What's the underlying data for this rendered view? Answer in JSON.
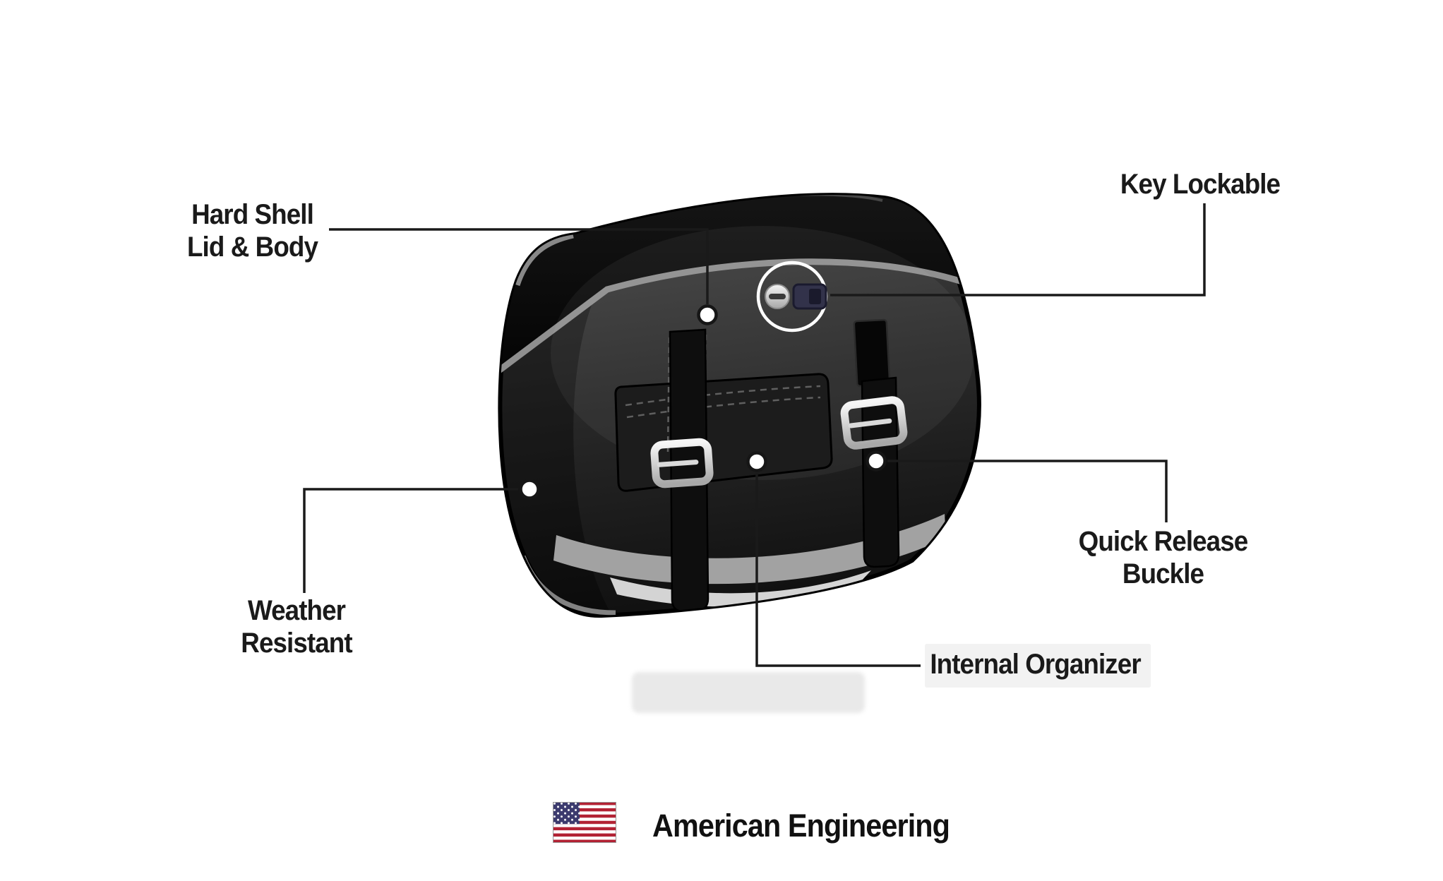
{
  "callouts": {
    "hard_shell": {
      "label": "Hard Shell\nLid & Body"
    },
    "key_lockable": {
      "label": "Key Lockable"
    },
    "weather_resistant": {
      "label": "Weather Resistant"
    },
    "quick_release": {
      "label": "Quick Release Buckle"
    },
    "internal_organizer": {
      "label": "Internal Organizer"
    }
  },
  "footer": {
    "label": "American Engineering"
  },
  "colors": {
    "line": "#1a1a1a",
    "bag_black": "#131313",
    "trim_gray": "#8f8f8f",
    "metal": "#d8d8d8",
    "flag_red": "#B22234",
    "flag_blue": "#3C3B6E"
  }
}
